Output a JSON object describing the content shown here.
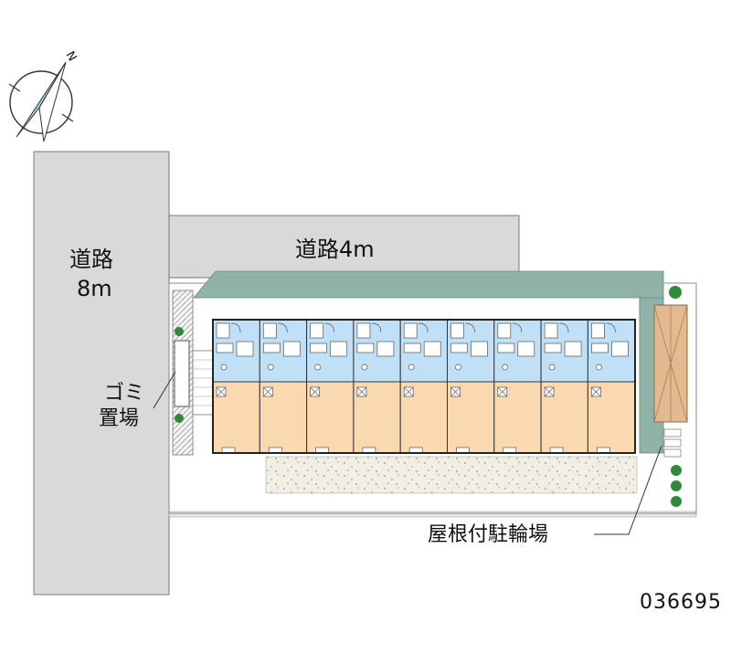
{
  "labels": {
    "north": "N",
    "road_left_line1": "道路",
    "road_left_line2": "8m",
    "road_top": "道路4m",
    "garbage_line1": "ゴミ",
    "garbage_line2": "置場",
    "bike_parking": "屋根付駐輪場",
    "property_code": "036695"
  },
  "units": {
    "count": 9
  },
  "colors": {
    "road": "#d9d9d9",
    "roof": "#8fb3a6",
    "wet_area": "#bfe0f7",
    "living_room": "#fbd9b0",
    "gravel": "#f1efe4",
    "bike_roof": "#e5b98f",
    "compass_fill": "#9fd3e8",
    "tree": "#2e8b3a"
  },
  "icons": [
    "compass-icon",
    "door-icon",
    "kitchen-icon",
    "tree-icon"
  ]
}
